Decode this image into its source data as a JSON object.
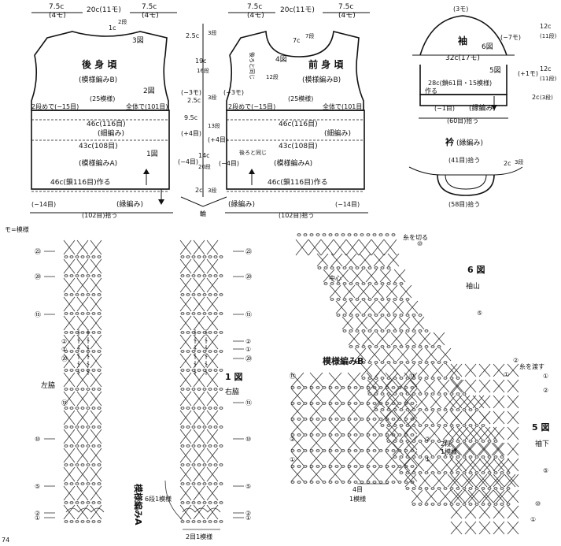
{
  "legend": "モ=模様",
  "back": {
    "title": "後 身 頃",
    "pattern_b": "(模様編みB)",
    "pattern_a": "(模様編みA)",
    "top_left": "7.5c",
    "top_left_m": "(4モ)",
    "top_center": "20c(11モ)",
    "top_right": "7.5c",
    "top_right_m": "(4モ)",
    "neck": "1c",
    "neck_rows": "2段",
    "fig3": "3図",
    "fig2": "2図",
    "fig1": "1図",
    "side_dec": "(−3モ)",
    "row_note": "2段めで(−15目)",
    "stitch25": "(25模様)",
    "total": "全体で(101目)",
    "w46": "46c(116目)",
    "fine": "(細編み)",
    "w43": "43c(108目)",
    "chain": "46c(鎖116目)作る",
    "dec14": "(−14目)",
    "edge": "(縁編み)",
    "pickup": "(102目)拾う"
  },
  "center": {
    "c1": "2.5c",
    "c1r": "3段",
    "c2": "19c",
    "c2r": "16段",
    "c3": "2.5c",
    "c3r": "3段",
    "c4": "9.5c",
    "c4r": "13段",
    "c5": "(+4目)",
    "c6": "(+4目)",
    "c7": "14c",
    "c7r": "20段",
    "c8": "(−4目)",
    "c9": "2c",
    "c9r": "3段",
    "ring": "輪"
  },
  "front": {
    "title": "前 身 頃",
    "pattern_b": "(模様編みB)",
    "pattern_a": "(模様編みA)",
    "top_left": "7.5c",
    "top_left_m": "(4モ)",
    "top_center": "20c(11モ)",
    "top_right": "7.5c",
    "top_right_m": "(4モ)",
    "neck": "7c",
    "neck_rows": "7段",
    "fig4": "4図",
    "neck_side": "12段",
    "same_back": "後ろと同じ",
    "same_back2": "後ろと同じ",
    "side_dec": "(−3モ)",
    "row_note": "2段めで(−15目)",
    "stitch25": "(25模様)",
    "total": "全体で(101目)",
    "w46": "46c(116目)",
    "fine": "(細編み)",
    "w43": "43c(108目)",
    "chain": "46c(鎖116目)作る",
    "dec4": "(−4目)",
    "dec14": "(−14目)",
    "edge": "(縁編み)",
    "pickup": "(102目)拾う"
  },
  "sleeve": {
    "cap": "(3モ)",
    "title": "袖",
    "fig6": "6図",
    "dec7": "(−7モ)",
    "r1": "12c",
    "r1m": "(11段)",
    "w32": "32c(17モ)",
    "fig5": "5図",
    "inc": "(+1モ)",
    "r2": "12c",
    "r2m": "(11段)",
    "chain": "28c(鎖61目・15模様)",
    "make": "作る",
    "dec1": "(−1目)",
    "edge": "(縁編み)",
    "r3": "2c",
    "r3m": "(3段)",
    "pickup": "(60目)拾う"
  },
  "collar": {
    "title": "衿",
    "edge": "(縁編み)",
    "top": "(41目)拾う",
    "side": "2c",
    "side_r": "3段",
    "bottom": "(58目)拾う"
  },
  "charts": {
    "left_side": "左脇",
    "fig1": "1 図",
    "right_side": "右脇",
    "pattern_a": "模様編みA",
    "six_rows": "6段1模様",
    "two_st": "2目1模様",
    "cut_yarn": "糸を切る",
    "center": "中心",
    "fig6": "6 図",
    "cap": "袖山",
    "pattern_b": "模様編みB",
    "two_rows": "2段",
    "one_rep": "1模様",
    "four_st": "4目",
    "one_rep2": "1模様",
    "attach": "糸を渡す",
    "fig5": "5 図",
    "underarm": "袖下",
    "page_no": "74"
  },
  "row_marks": {
    "r23": "㉓",
    "r20": "⑳",
    "r15": "⑮",
    "r10": "⑩",
    "r5": "⑤",
    "r2": "②",
    "r1": "①",
    "r17": "⑰"
  }
}
